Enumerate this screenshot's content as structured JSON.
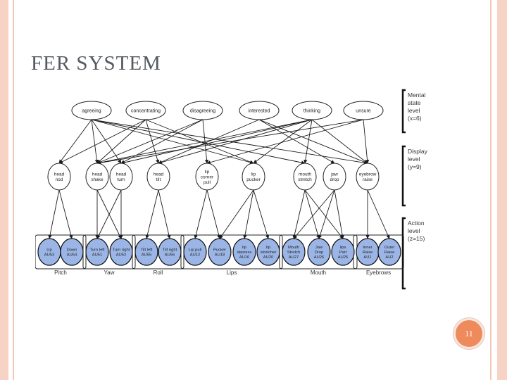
{
  "slide": {
    "title": "FER SYSTEM",
    "page_number": "11"
  },
  "colors": {
    "frame": "#f6d3c4",
    "badge": "#ee8a5c",
    "node_fill_blue": "#9bb6e6",
    "edge": "#1b1b1b"
  },
  "mental_states": [
    "agreeing",
    "concentrating",
    "disagreeing",
    "interested",
    "thinking",
    "unsure"
  ],
  "displays": [
    [
      "head",
      "nod"
    ],
    [
      "head",
      "shake"
    ],
    [
      "head",
      "turn"
    ],
    [
      "head",
      "tilt"
    ],
    [
      "lip",
      "corner",
      "pull"
    ],
    [
      "lip",
      "pucker"
    ],
    [
      "mouth",
      "stretch"
    ],
    [
      "jaw",
      "drop"
    ],
    [
      "eyebrow",
      "raise"
    ]
  ],
  "actions": [
    [
      "Up",
      "AU53"
    ],
    [
      "Down",
      "AU54"
    ],
    [
      "Turn left",
      "AU51"
    ],
    [
      "Turn right",
      "AU52"
    ],
    [
      "Tilt left",
      "AU55"
    ],
    [
      "Tilt right",
      "AU56"
    ],
    [
      "Lip pull",
      "AU12"
    ],
    [
      "Pucker",
      "AU18"
    ],
    [
      "lip",
      "depress",
      "AU16"
    ],
    [
      "lip",
      "stretcher",
      "AU20"
    ],
    [
      "Mouth",
      "Stretch",
      "AU27"
    ],
    [
      "Jaw",
      "Drop",
      "AU26"
    ],
    [
      "lips",
      "Part",
      "AU25"
    ],
    [
      "Inner",
      "Raise",
      "AU1"
    ],
    [
      "Outer",
      "Raise",
      "AU2"
    ]
  ],
  "action_groups": [
    "Pitch",
    "Yaw",
    "Roll",
    "Lips",
    "Mouth",
    "Eyebrows"
  ],
  "levels": {
    "mental": [
      "Mental",
      "state",
      "level",
      "(x=6)"
    ],
    "display": [
      "Display",
      "level",
      "(y=9)"
    ],
    "action": [
      "Action",
      "level",
      "(z=15)"
    ]
  }
}
